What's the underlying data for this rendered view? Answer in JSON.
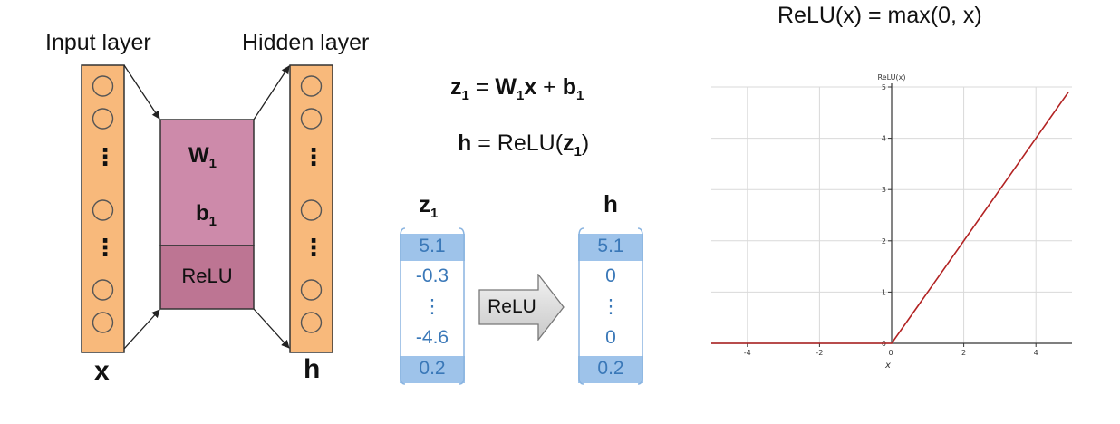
{
  "network": {
    "input_label": "Input layer",
    "hidden_label": "Hidden layer",
    "x_label": "x",
    "h_label": "h",
    "dots": "⋮",
    "weight_symbol": "W",
    "weight_sub": "1",
    "bias_symbol": "b",
    "bias_sub": "1",
    "activation_label": "ReLU",
    "colors": {
      "layer": "#f8b97b",
      "block": "#cd8aaa",
      "relu": "#bd7593"
    }
  },
  "equations": {
    "eq1": {
      "lhs": "z",
      "lhs_sub": "1",
      "equals": "=",
      "w": "W",
      "w_sub": "1",
      "x": "x",
      "plus": "+",
      "b": "b",
      "b_sub": "1"
    },
    "eq2": {
      "lhs": "h",
      "middle": " = ReLU(",
      "z": "z",
      "z_sub": "1",
      "close": ")"
    }
  },
  "vectors": {
    "z_title": "z",
    "z_title_sub": "1",
    "h_title": "h",
    "z_values": [
      "5.1",
      "-0.3",
      "⋮",
      "-4.6",
      "0.2"
    ],
    "h_values": [
      "5.1",
      "0",
      "⋮",
      "0",
      "0.2"
    ],
    "arrow_label": "ReLU",
    "highlight_color": "#9ec3ea",
    "text_color": "#3a78b8"
  },
  "plot_title": "ReLU(x) = max(0, x)",
  "chart_data": {
    "type": "line",
    "title": "ReLU(x) = max(0, x)",
    "xlabel": "x",
    "ylabel": "ReLU(x)",
    "xlim": [
      -5,
      5
    ],
    "ylim": [
      0,
      5
    ],
    "x_ticks": [
      -4,
      -2,
      0,
      2,
      4
    ],
    "y_ticks": [
      0,
      1,
      2,
      3,
      4,
      5
    ],
    "grid": true,
    "series": [
      {
        "x": [
          -5,
          0,
          4.9
        ],
        "y": [
          0,
          0,
          4.9
        ],
        "color": "#b22222"
      }
    ]
  }
}
